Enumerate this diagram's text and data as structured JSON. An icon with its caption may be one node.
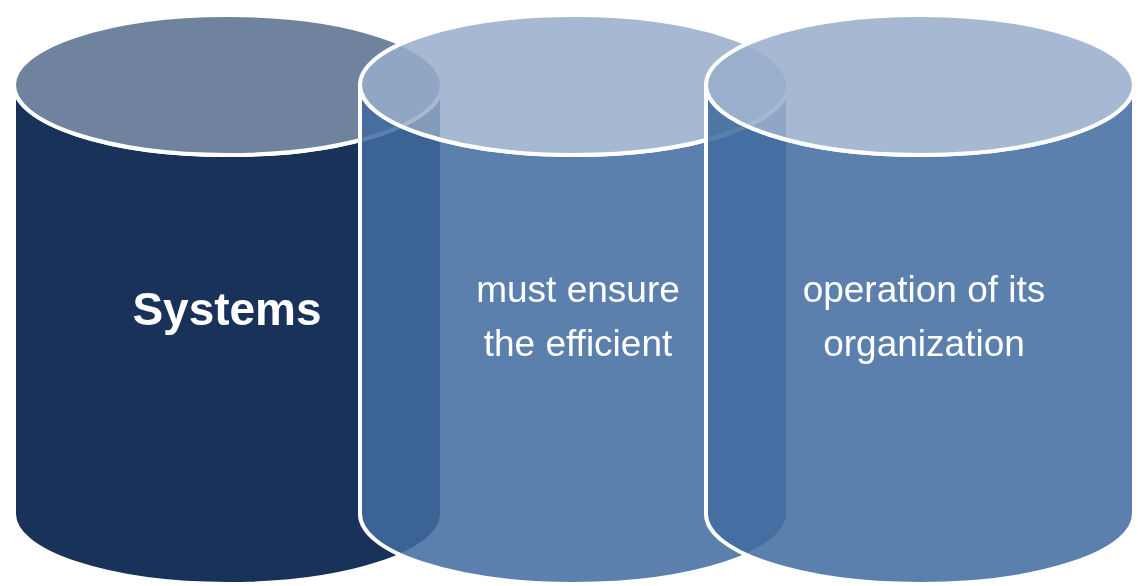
{
  "diagram": {
    "nodes": [
      {
        "text": [
          "Systems"
        ]
      },
      {
        "text": [
          "must ensure the efficient"
        ]
      },
      {
        "text": [
          "operation of its organization"
        ]
      }
    ]
  }
}
